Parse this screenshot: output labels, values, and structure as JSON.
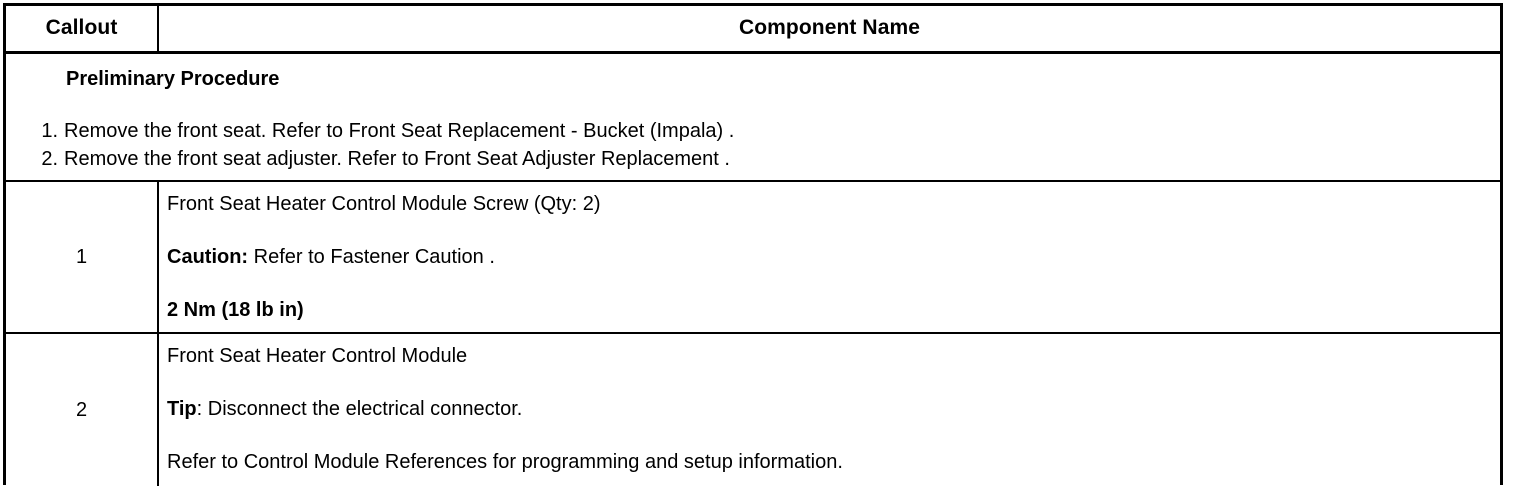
{
  "table": {
    "columns": [
      {
        "key": "callout",
        "label": "Callout"
      },
      {
        "key": "component",
        "label": "Component Name"
      }
    ],
    "preliminary": {
      "title": "Preliminary Procedure",
      "steps": [
        "Remove the front seat. Refer to Front Seat Replacement - Bucket (Impala) .",
        "Remove the front seat adjuster. Refer to Front Seat Adjuster Replacement ."
      ]
    },
    "rows": [
      {
        "callout": "1",
        "lines": [
          {
            "text": "Front Seat Heater Control Module Screw (Qty: 2)",
            "bold": false
          },
          {
            "label": "Caution:",
            "text": " Refer to Fastener Caution .",
            "bold": false
          },
          {
            "text": "2 Nm (18 lb in)",
            "bold": true
          }
        ]
      },
      {
        "callout": "2",
        "lines": [
          {
            "text": "Front Seat Heater Control Module",
            "bold": false
          },
          {
            "label": "Tip",
            "text": ": Disconnect the electrical connector.",
            "bold": false
          },
          {
            "text": "Refer to Control Module References for programming and setup information.",
            "bold": false
          }
        ]
      }
    ]
  }
}
